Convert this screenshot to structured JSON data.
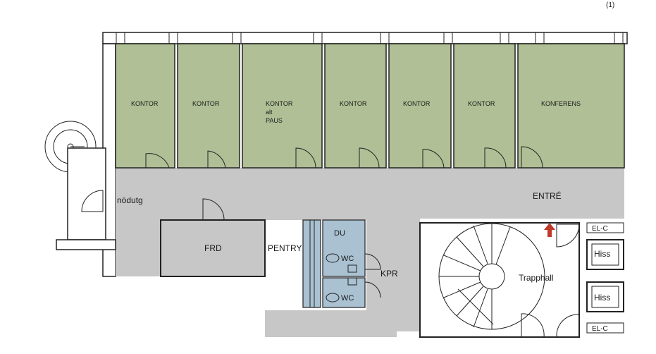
{
  "corner_text": "(1)",
  "rooms": {
    "kontor1": "KONTOR",
    "kontor2": "KONTOR",
    "kontor3_line1": "KONTOR",
    "kontor3_line2": "alt",
    "kontor3_line3": "PAUS",
    "kontor4": "KONTOR",
    "kontor5": "KONTOR",
    "kontor6": "KONTOR",
    "konferens": "KONFERENS",
    "entre": "ENTRÉ",
    "nodutg": "nödutg",
    "frd": "FRD",
    "pentry": "PENTRY",
    "du": "DU",
    "wc1": "WC",
    "wc2": "WC",
    "kpr": "KPR",
    "trapphall": "Trapphall",
    "hiss1": "Hiss",
    "hiss2": "Hiss",
    "elc_top": "EL-C",
    "elc_bottom": "EL-C"
  },
  "colors": {
    "office": "#b0bf95",
    "corridor": "#c7c7c7",
    "wet_room": "#a9c1d1",
    "arrow": "#c0392b"
  }
}
